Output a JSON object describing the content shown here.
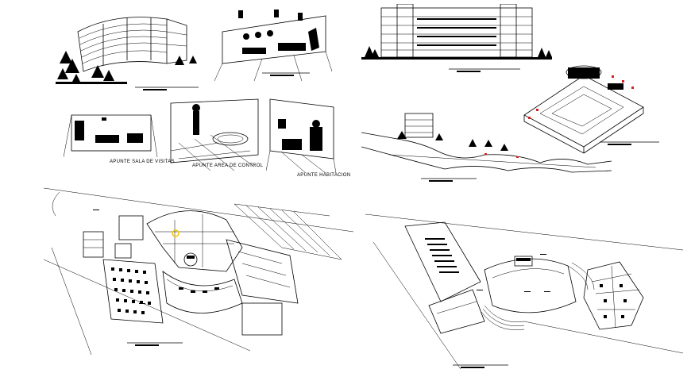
{
  "drawing": {
    "labels": {
      "sala_visitas": "APUNTE SALA DE VISITAS",
      "area_control": "APUNTE AREA DE CONTROL",
      "habitacion": "APUNTE HABITACION"
    },
    "accent_colors": {
      "line": "#000000",
      "highlight": "#d61f1f",
      "marker": "#f5c400"
    }
  }
}
